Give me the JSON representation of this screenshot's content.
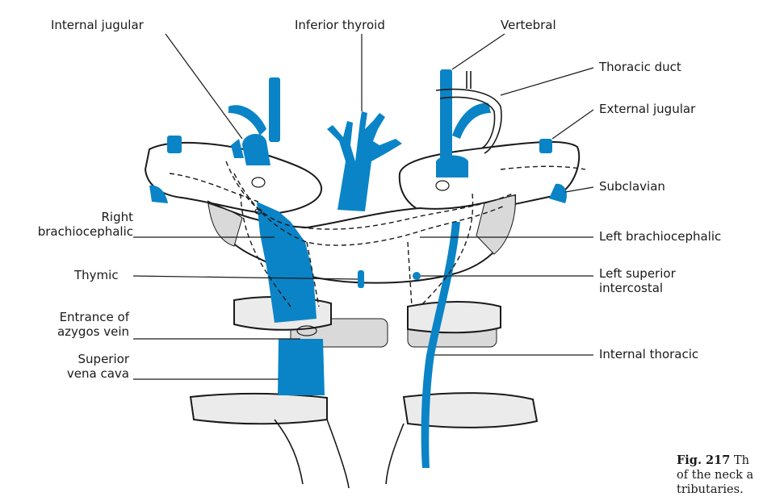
{
  "colors": {
    "vein": "#0a84c6",
    "outline": "#1a1a1a",
    "stipple": "#d9d9d9",
    "background": "#ffffff"
  },
  "labels": {
    "internal_jugular": "Internal jugular",
    "inferior_thyroid": "Inferior thyroid",
    "vertebral": "Vertebral",
    "thoracic_duct": "Thoracic duct",
    "external_jugular": "External jugular",
    "subclavian": "Subclavian",
    "right_brachiocephalic_1": "Right",
    "right_brachiocephalic_2": "brachiocephalic",
    "left_brachiocephalic": "Left brachiocephalic",
    "thymic": "Thymic",
    "left_superior_intercostal_1": "Left superior",
    "left_superior_intercostal_2": "intercostal",
    "entrance_azygos_1": "Entrance of",
    "entrance_azygos_2": "azygos vein",
    "superior_vena_cava_1": "Superior",
    "superior_vena_cava_2": "vena cava",
    "internal_thoracic": "Internal thoracic"
  },
  "caption": {
    "number": "Fig. 217",
    "line1_rest": " Th",
    "line2": "of the neck a",
    "line3": "tributaries."
  }
}
